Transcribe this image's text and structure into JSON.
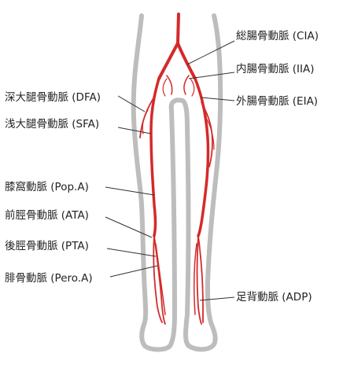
{
  "labels": {
    "cia": "総腸骨動脈 (CIA)",
    "iia": "内腸骨動脈 (IIA)",
    "eia": "外腸骨動脈 (EIA)",
    "dfa": "深大腿骨動脈 (DFA)",
    "sfa": "浅大腿骨動脈 (SFA)",
    "popa": "膝窩動脈 (Pop.A)",
    "ata": "前脛骨動脈 (ATA)",
    "pta": "後脛骨動脈 (PTA)",
    "pero": "腓骨動脈 (Pero.A)",
    "adp": "足背動脈 (ADP)"
  },
  "colors": {
    "artery": "#d42a2a",
    "outline": "#bdbdbd",
    "leader": "#333333"
  }
}
